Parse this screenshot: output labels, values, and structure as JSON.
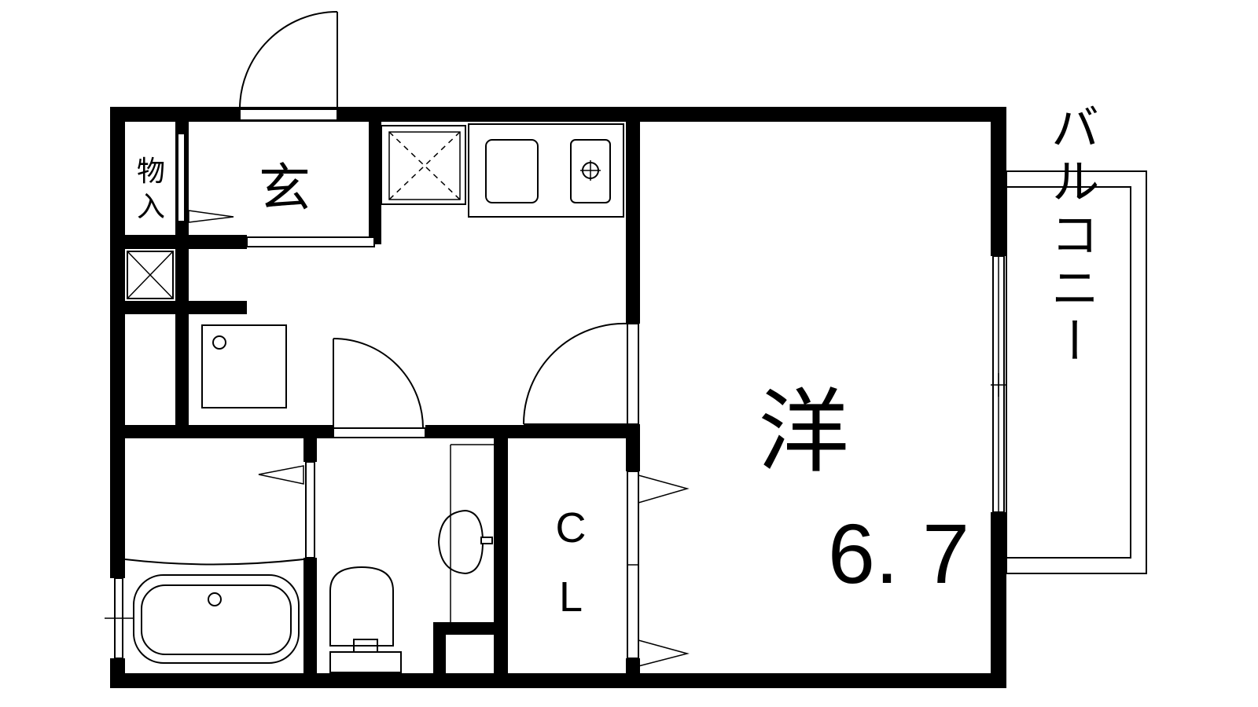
{
  "rooms": {
    "entrance": "玄",
    "storage_top": "物",
    "storage_bottom": "入",
    "western_room": "洋",
    "western_room_size": "6. 7",
    "closet_top": "C",
    "closet_bottom": "L",
    "balcony": "バルコニー"
  },
  "colors": {
    "wall": "#000000",
    "background": "#ffffff"
  }
}
